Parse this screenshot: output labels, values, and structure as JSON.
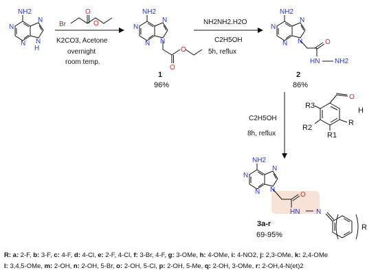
{
  "reactions": {
    "step1": {
      "reagent": "Br-CH2-CO2Et",
      "line1": "K2CO3, Acetone",
      "line2": "overnight",
      "line3": "room temp."
    },
    "step2": {
      "reagent": "NH2NH2.H2O",
      "line1": "C2H5OH",
      "line2": "5h, reflux"
    },
    "step3": {
      "line1": "C2H5OH",
      "line2": "8h, reflux"
    }
  },
  "compounds": [
    {
      "id": "1",
      "yield": "96%"
    },
    {
      "id": "2",
      "yield": "86%"
    },
    {
      "id": "3a-r",
      "yield": "69-95%"
    }
  ],
  "atom_labels": {
    "NH2": "NH2",
    "N": "N",
    "H": "H",
    "O": "O",
    "Br": "Br",
    "NH": "NH",
    "HN": "HN",
    "R": "R",
    "R1": "R1",
    "R2": "R2",
    "R3": "R3"
  },
  "legend": {
    "line1_prefix": "R:",
    "line1_items": [
      {
        "k": "a:",
        "v": "2-F,"
      },
      {
        "k": "b:",
        "v": "3-F,"
      },
      {
        "k": "c:",
        "v": "4-F,"
      },
      {
        "k": "d:",
        "v": "4-Cl,"
      },
      {
        "k": "e:",
        "v": "2-F, 4-Cl,"
      },
      {
        "k": "f:",
        "v": "3-Br, 4-F,"
      },
      {
        "k": "g:",
        "v": "3-OMe,"
      },
      {
        "k": "h:",
        "v": "4-OMe,"
      },
      {
        "k": "i:",
        "v": "4-NO2,"
      },
      {
        "k": "j:",
        "v": "2,3-OMe,"
      },
      {
        "k": "k:",
        "v": "2,4-OMe"
      }
    ],
    "line2_items": [
      {
        "k": "l:",
        "v": "3,4,5-OMe,"
      },
      {
        "k": "m:",
        "v": "2-OH,"
      },
      {
        "k": "n:",
        "v": "2-OH, 5-Br,"
      },
      {
        "k": "o:",
        "v": "2-OH, 5-Cl,"
      },
      {
        "k": "p:",
        "v": "2-OH, 5-Me,"
      },
      {
        "k": "q:",
        "v": "2-OH, 3-OMe,"
      },
      {
        "k": "r:",
        "v": "2-OH,4-N(et)2"
      }
    ]
  },
  "colors": {
    "nitrogen": "#2434d6",
    "oxygen": "#e0241a",
    "bromine": "#8a3a14",
    "highlight": "#f2c9b4"
  }
}
